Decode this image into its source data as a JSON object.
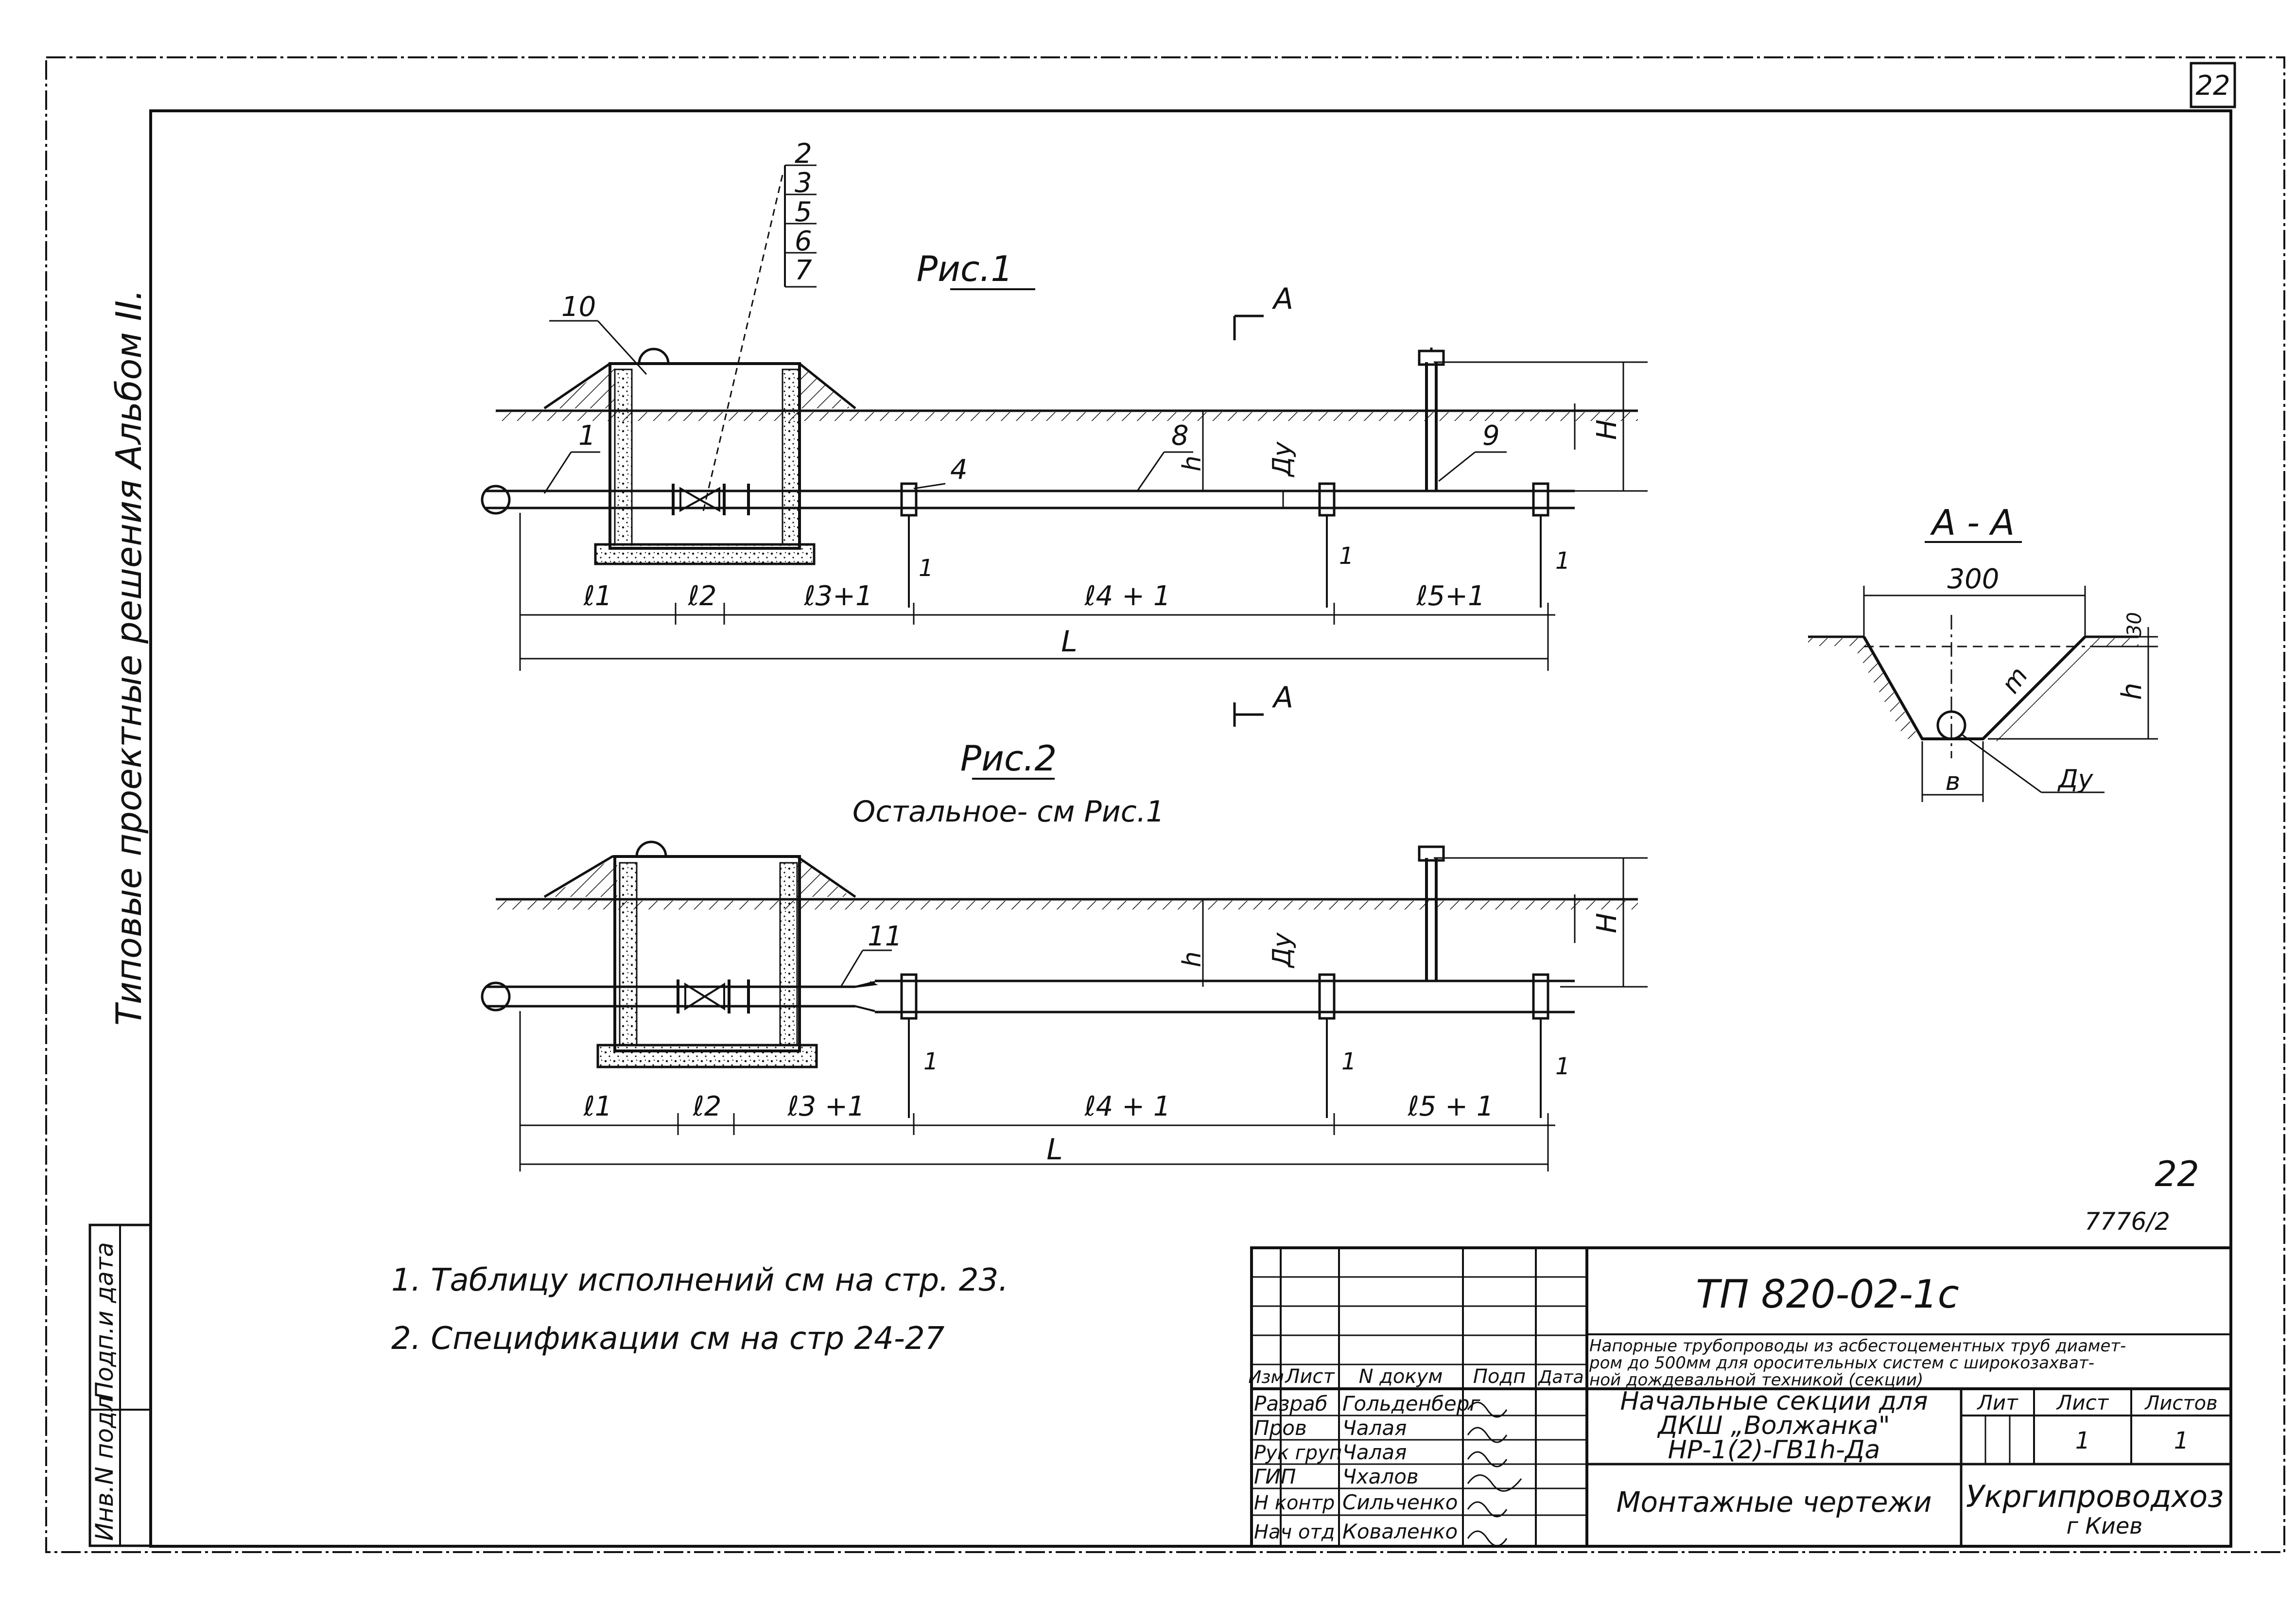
{
  "sheet": {
    "page_number": "22",
    "side_strip": "Типовые проектные решения    Альбом II.",
    "ref_number_bottom": "22",
    "archive_number": "7776/2"
  },
  "fig1": {
    "title": "Рис.1",
    "callouts_stack": [
      "2",
      "3",
      "5",
      "6",
      "7"
    ],
    "labels": {
      "p10": "10",
      "p1": "1",
      "p4": "4",
      "p8": "8",
      "p9": "9",
      "h": "h",
      "dy": "Ду",
      "H": "H",
      "one_a": "1",
      "one_b": "1",
      "one_c": "1"
    },
    "dims": [
      "ℓ1",
      "ℓ2",
      "ℓ3+1",
      "ℓ4 + 1",
      "ℓ5+1"
    ],
    "total": "L",
    "section_mark": "А"
  },
  "fig2": {
    "title": "Рис.2",
    "subtitle": "Остальное- см  Рис.1",
    "labels": {
      "p11": "11",
      "h": "h",
      "dy": "Ду",
      "H": "H",
      "one_a": "1",
      "one_b": "1",
      "one_c": "1"
    },
    "dims": [
      "ℓ1",
      "ℓ2",
      "ℓ3 +1",
      "ℓ4 + 1",
      "ℓ5 + 1"
    ],
    "total": "L"
  },
  "section": {
    "title": "А - А",
    "width": "300",
    "depth_small": "30",
    "h": "h",
    "m": "m",
    "b": "в",
    "dy": "Ду"
  },
  "notes": [
    "1. Таблицу исполнений см   на  стр. 23.",
    "2. Спецификации см   на   стр 24-27"
  ],
  "stamp": {
    "code": "ТП 820-02-1с",
    "description": [
      "Напорные трубопроводы из асбестоцементных труб диамет-",
      "ром до 500мм для оросительных систем с широкозахват-",
      "ной дождевальной техникой  (секции)"
    ],
    "header_cols": [
      "Изм",
      "Лист",
      "N докум",
      "Подп",
      "Дата"
    ],
    "roles": [
      {
        "role": "Разраб",
        "name": "Гольденберг"
      },
      {
        "role": "Пров",
        "name": "Чалая"
      },
      {
        "role": "Рук груп",
        "name": "Чалая"
      },
      {
        "role": "ГИП",
        "name": "Чхалов"
      },
      {
        "role": "Н контр",
        "name": "Сильченко"
      },
      {
        "role": "Нач отд",
        "name": "Коваленко"
      }
    ],
    "title_lines": [
      "Начальные секции для",
      "ДКШ „Волжанка\"",
      "НР-1(2)-ГВ1h-Дa"
    ],
    "drawing_type": "Монтажные чертежи",
    "lit_label": "Лит",
    "sheet_label": "Лист",
    "sheets_label": "Листов",
    "sheet_value": "1",
    "sheets_value": "1",
    "org": "Укргипроводхоз",
    "city": "г Киев"
  },
  "left_stamp": [
    "Инв.N подл",
    "Подп.и дата"
  ]
}
